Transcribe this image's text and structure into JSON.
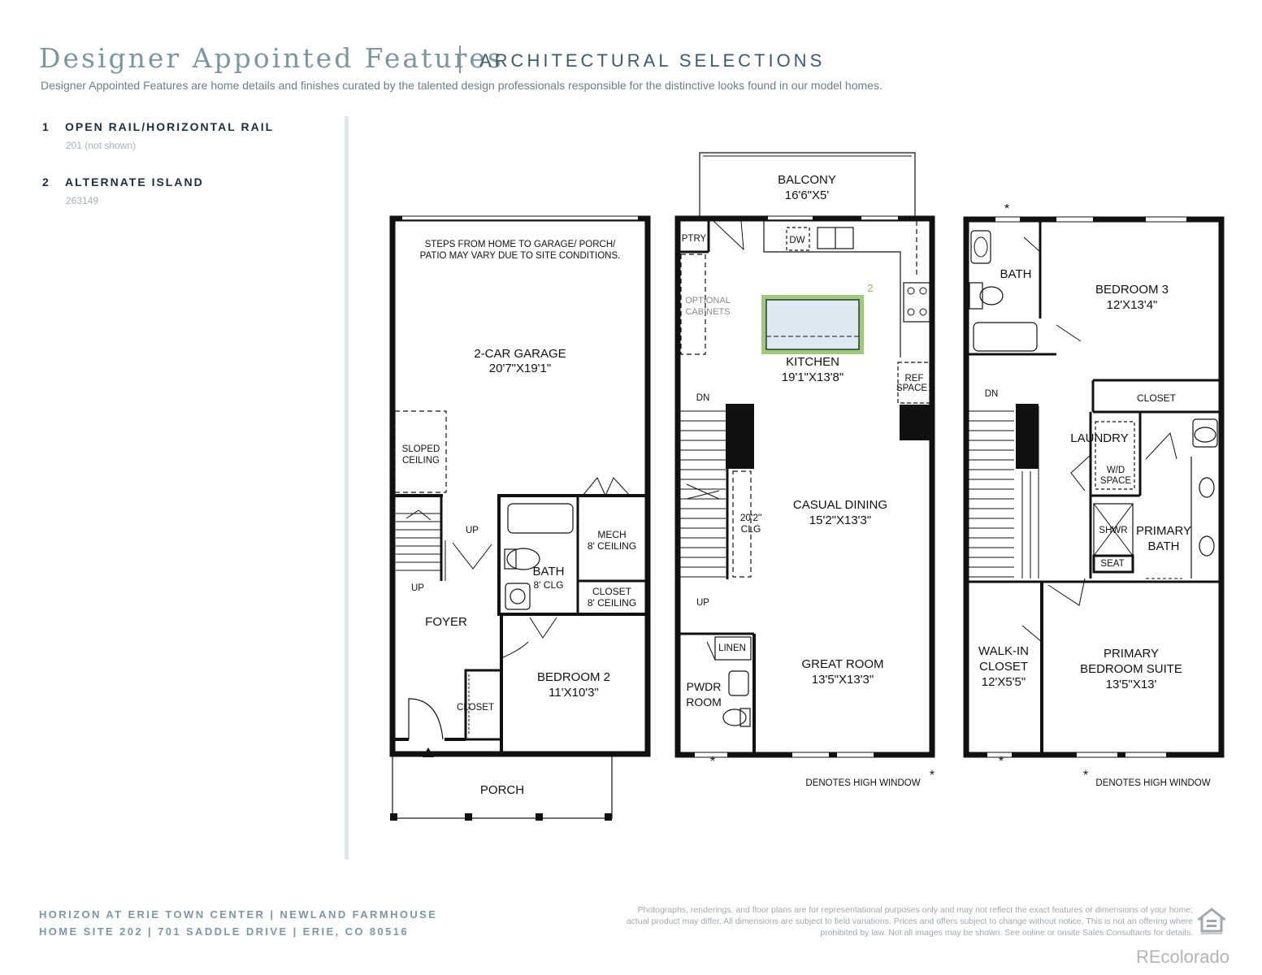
{
  "header": {
    "title": "Designer Appointed Features",
    "subtitle": "ARCHITECTURAL SELECTIONS",
    "intro": "Designer Appointed Features are home details and finishes curated by the talented design professionals responsible for the distinctive looks found in our model homes."
  },
  "features": [
    {
      "num": "1",
      "name": "OPEN RAIL/HORIZONTAL RAIL",
      "code": "201 (not shown)"
    },
    {
      "num": "2",
      "name": "ALTERNATE ISLAND",
      "code": "263149"
    }
  ],
  "plan": {
    "first": {
      "note1": "STEPS FROM HOME TO GARAGE/ PORCH/",
      "note2": "PATIO MAY VARY DUE TO SITE CONDITIONS.",
      "garage_name": "2-CAR GARAGE",
      "garage_dim": "20'7\"X19'1\"",
      "sloped1": "SLOPED",
      "sloped2": "CEILING",
      "up1": "UP",
      "up2": "UP",
      "mech1": "MECH",
      "mech2": "8' CEILING",
      "bath1": "BATH",
      "bath2": "8' CLG",
      "closet1": "CLOSET",
      "closet2": "8' CEILING",
      "foyer": "FOYER",
      "bed2_name": "BEDROOM 2",
      "bed2_dim": "11'X10'3\"",
      "closet_small": "CLOSET",
      "porch": "PORCH"
    },
    "second": {
      "balcony_name": "BALCONY",
      "balcony_dim": "16'6\"X5'",
      "ptry": "PTRY",
      "dw": "DW",
      "opt1": "OPTIONAL",
      "opt2": "CABINETS",
      "island_callout": "2",
      "kitchen_name": "KITCHEN",
      "kitchen_dim": "19'1\"X13'8\"",
      "ref1": "REF",
      "ref2": "SPACE",
      "dn": "DN",
      "clg1": "20'2\"",
      "clg2": "CLG",
      "dining_name": "CASUAL DINING",
      "dining_dim": "15'2\"X13'3\"",
      "up": "UP",
      "linen": "LINEN",
      "pwdr1": "PWDR",
      "pwdr2": "ROOM",
      "great_name": "GREAT ROOM",
      "great_dim": "13'5\"X13'3\"",
      "high_window": "DENOTES HIGH WINDOW",
      "asterisk": "*"
    },
    "third": {
      "bath": "BATH",
      "bed3_name": "BEDROOM 3",
      "bed3_dim": "12'X13'4\"",
      "closet": "CLOSET",
      "dn": "DN",
      "laundry": "LAUNDRY",
      "wd1": "W/D",
      "wd2": "SPACE",
      "shwr": "SHWR",
      "seat": "SEAT",
      "pbath1": "PRIMARY",
      "pbath2": "BATH",
      "wic1": "WALK-IN",
      "wic2": "CLOSET",
      "wic3": "12'X5'5\"",
      "suite1": "PRIMARY",
      "suite2": "BEDROOM SUITE",
      "suite3": "13'5\"X13'",
      "high_window": "DENOTES HIGH WINDOW",
      "asterisk": "*"
    }
  },
  "footer": {
    "line1": "HORIZON  AT ERIE TOWN CENTER | NEWLAND FARMHOUSE",
    "line2": "HOME SITE 202 | 701 SADDLE DRIVE | ERIE, CO 80516",
    "disclaimer": "Photographs, renderings, and floor plans are for representational purposes only and may not reflect the exact features or dimensions of your home; actual product may differ. All dimensions are subject to field variations. Prices and offers subject to change without notice. This is not an offering where prohibited by law. Not all images may be shown. See online or onsite Sales Consultants for details.",
    "watermark": "REcolorado"
  },
  "colors": {
    "title": "#7c96a0",
    "island_highlight": "#9dc97a",
    "island_fill": "#dde8f0",
    "walls": "#111111"
  }
}
